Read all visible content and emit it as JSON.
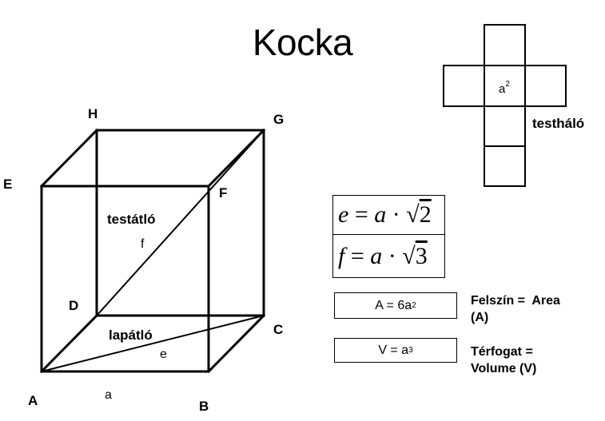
{
  "title": "Kocka",
  "vertices": {
    "A": "A",
    "B": "B",
    "C": "C",
    "D": "D",
    "E": "E",
    "F": "F",
    "G": "G",
    "H": "H"
  },
  "labels": {
    "face_diagonal": "lapátló",
    "face_diagonal_var": "e",
    "space_diagonal": "testátló",
    "space_diagonal_var": "f",
    "edge_var": "a",
    "net": "testháló",
    "net_face_base": "a",
    "net_face_exp": "2"
  },
  "formulas": {
    "e_lhs": "e",
    "e_rhs_a": "a",
    "e_radicand": "2",
    "f_lhs": "f",
    "f_rhs_a": "a",
    "f_radicand": "3"
  },
  "area": {
    "prefix": "A = 6a",
    "exp": "2",
    "desc_line1": "Felszín =  Area",
    "desc_line2": "(A)"
  },
  "volume": {
    "prefix": "V = a",
    "exp": "3",
    "desc_line1": "Térfogat =",
    "desc_line2": "Volume (V)"
  }
}
